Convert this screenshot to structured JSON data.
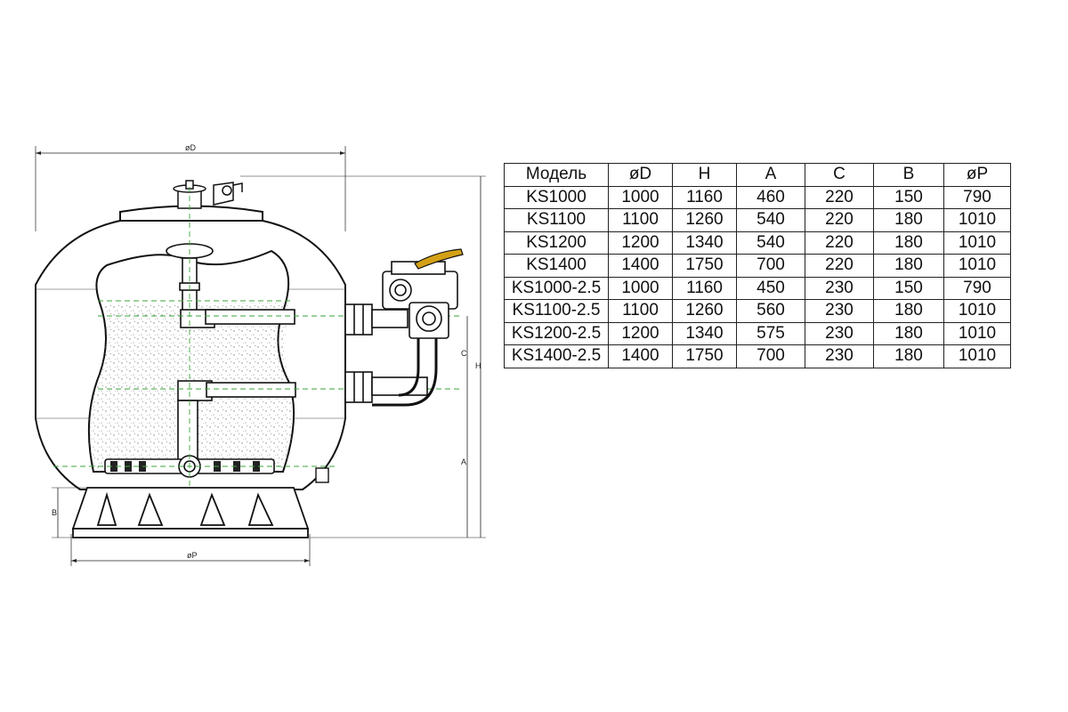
{
  "dimension_labels": {
    "tank_diameter": "øD",
    "base_diameter": "øP",
    "height": "H",
    "a": "A",
    "c": "C",
    "b": "B"
  },
  "table": {
    "headers": [
      "Модель",
      "øD",
      "H",
      "A",
      "C",
      "B",
      "øP"
    ],
    "rows": [
      [
        "KS1000",
        "1000",
        "1160",
        "460",
        "220",
        "150",
        "790"
      ],
      [
        "KS1100",
        "1100",
        "1260",
        "540",
        "220",
        "180",
        "1010"
      ],
      [
        "KS1200",
        "1200",
        "1340",
        "540",
        "220",
        "180",
        "1010"
      ],
      [
        "KS1400",
        "1400",
        "1750",
        "700",
        "220",
        "180",
        "1010"
      ],
      [
        "KS1000-2.5",
        "1000",
        "1160",
        "450",
        "230",
        "150",
        "790"
      ],
      [
        "KS1100-2.5",
        "1100",
        "1260",
        "560",
        "230",
        "180",
        "1010"
      ],
      [
        "KS1200-2.5",
        "1200",
        "1340",
        "575",
        "230",
        "180",
        "1010"
      ],
      [
        "KS1400-2.5",
        "1400",
        "1750",
        "700",
        "230",
        "180",
        "1010"
      ]
    ]
  },
  "colors": {
    "line": "#111111",
    "guide": "#3aa53a",
    "handle": "#d4a017",
    "sand_dots": "#555555"
  }
}
